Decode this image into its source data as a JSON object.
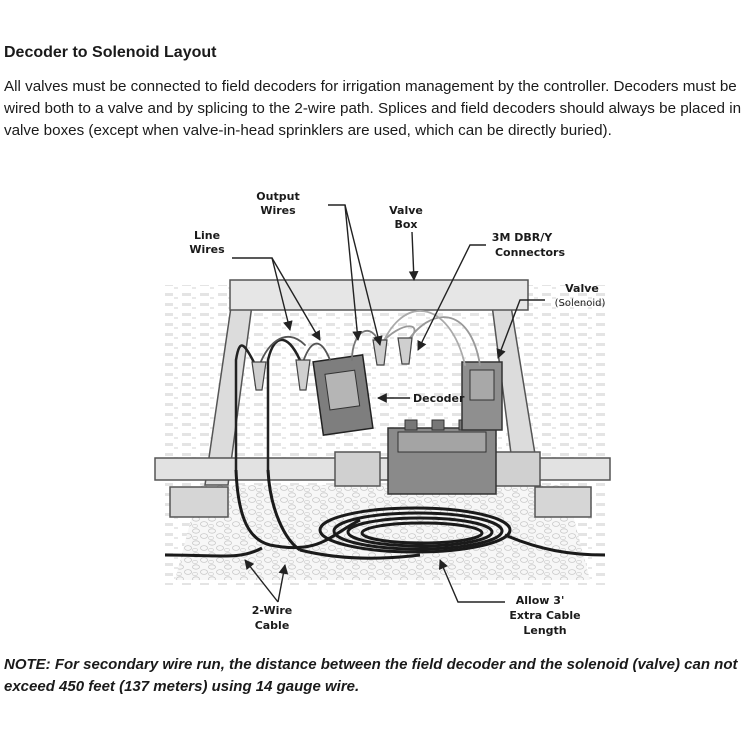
{
  "title": "Decoder to Solenoid Layout",
  "intro": "All valves must be connected to field decoders for irrigation management by the controller. Decoders must be wired both to a valve and by splicing to the 2-wire path. Splices and field decoders should always be placed in valve boxes (except when valve-in-head sprinklers are used, which can be directly buried).",
  "labels": {
    "output_wires": [
      "Output",
      "Wires"
    ],
    "valve_box": [
      "Valve",
      "Box"
    ],
    "line_wires": [
      "Line",
      "Wires"
    ],
    "connectors": [
      "3M DBR/Y",
      "Connectors"
    ],
    "valve": [
      "Valve"
    ],
    "solenoid": "(Solenoid)",
    "decoder": "Decoder",
    "two_wire_cable": [
      "2-Wire",
      "Cable"
    ],
    "extra_cable": [
      "Allow 3'",
      "Extra Cable",
      "Length"
    ]
  },
  "note": "NOTE: For secondary wire run, the distance between the field decoder and the solenoid (valve) can not exceed 450 feet (137 meters) using 14 gauge wire."
}
